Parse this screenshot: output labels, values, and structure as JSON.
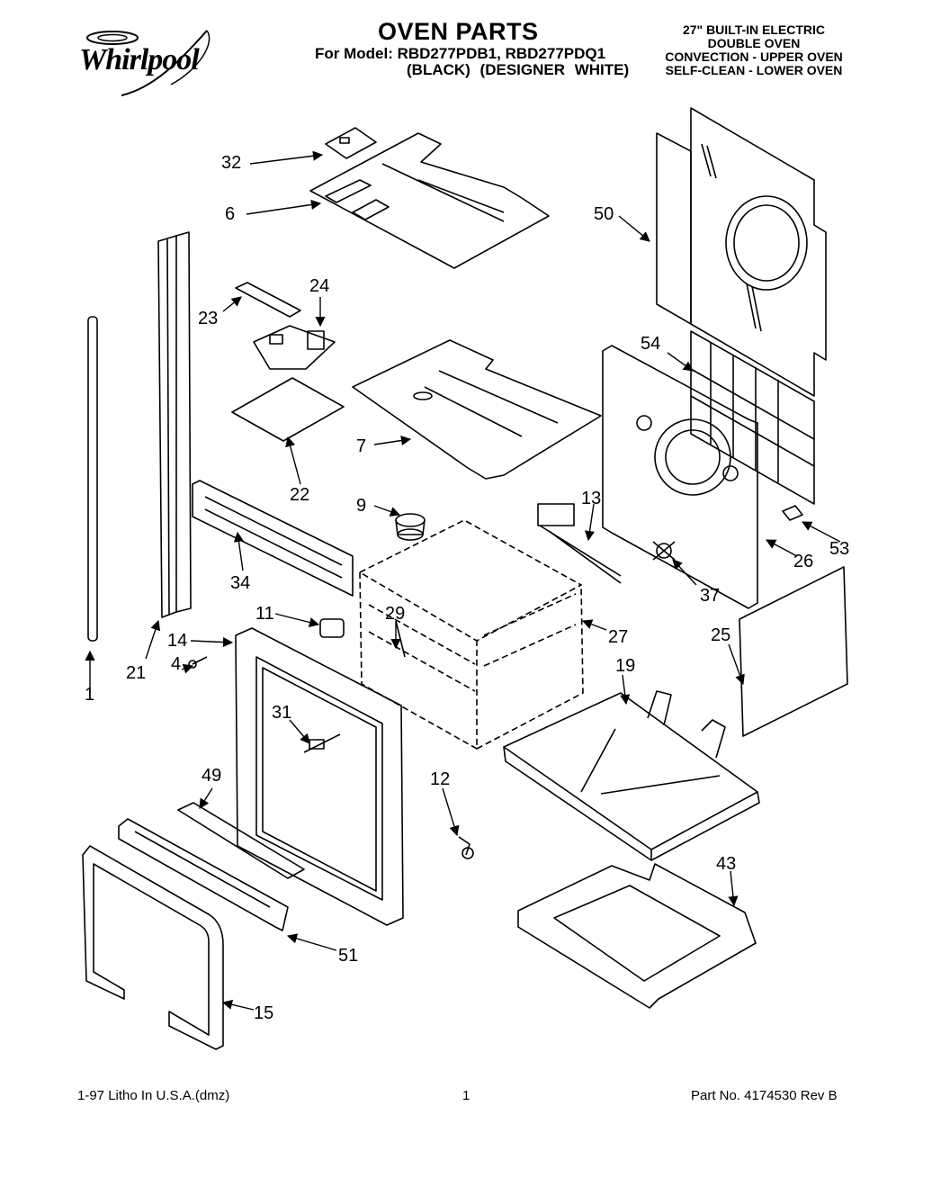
{
  "brand": {
    "logo_text": "Whirlpool"
  },
  "header": {
    "title": "OVEN PARTS",
    "model_line": "For Model: RBD277PDB1, RBD277PDQ1",
    "variant_line": "(BLACK)  (DESIGNER WHITE)",
    "description": [
      "27\" BUILT-IN ELECTRIC",
      "DOUBLE OVEN",
      "CONVECTION - UPPER OVEN",
      "SELF-CLEAN - LOWER OVEN"
    ]
  },
  "callouts": [
    {
      "id": "c32",
      "text": "32"
    },
    {
      "id": "c6",
      "text": "6"
    },
    {
      "id": "c50",
      "text": "50"
    },
    {
      "id": "c24",
      "text": "24"
    },
    {
      "id": "c23",
      "text": "23"
    },
    {
      "id": "c54",
      "text": "54"
    },
    {
      "id": "c7",
      "text": "7"
    },
    {
      "id": "c22",
      "text": "22"
    },
    {
      "id": "c9",
      "text": "9"
    },
    {
      "id": "c13",
      "text": "13"
    },
    {
      "id": "c53",
      "text": "53"
    },
    {
      "id": "c26",
      "text": "26"
    },
    {
      "id": "c34",
      "text": "34"
    },
    {
      "id": "c37",
      "text": "37"
    },
    {
      "id": "c11",
      "text": "11"
    },
    {
      "id": "c29",
      "text": "29"
    },
    {
      "id": "c27",
      "text": "27"
    },
    {
      "id": "c25",
      "text": "25"
    },
    {
      "id": "c14",
      "text": "14"
    },
    {
      "id": "c21",
      "text": "21"
    },
    {
      "id": "c4",
      "text": "4"
    },
    {
      "id": "c19",
      "text": "19"
    },
    {
      "id": "c1",
      "text": "1"
    },
    {
      "id": "c31",
      "text": "31"
    },
    {
      "id": "c49",
      "text": "49"
    },
    {
      "id": "c12",
      "text": "12"
    },
    {
      "id": "c43",
      "text": "43"
    },
    {
      "id": "c51",
      "text": "51"
    },
    {
      "id": "c15",
      "text": "15"
    }
  ],
  "footer": {
    "left": "1-97 Litho In U.S.A.(dmz)",
    "page": "1",
    "right": "Part No. 4174530 Rev B"
  }
}
